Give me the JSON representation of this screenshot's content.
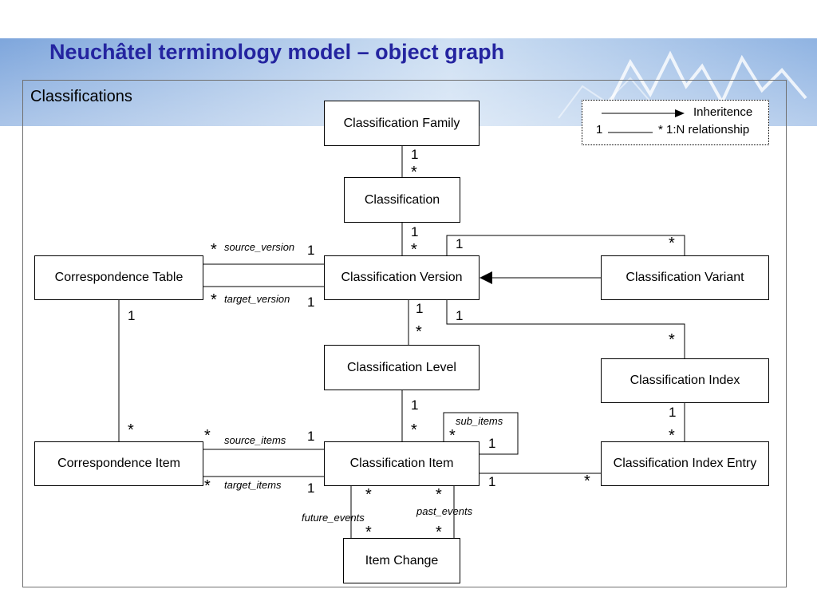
{
  "title": "Neuchâtel terminology model – object graph",
  "section_label": "Classifications",
  "boxes": {
    "classification_family": "Classification Family",
    "classification": "Classification",
    "classification_version": "Classification Version",
    "classification_variant": "Classification Variant",
    "correspondence_table": "Correspondence Table",
    "classification_level": "Classification Level",
    "classification_index": "Classification Index",
    "correspondence_item": "Correspondence Item",
    "classification_item": "Classification Item",
    "classification_index_entry": "Classification Index Entry",
    "item_change": "Item Change"
  },
  "legend": {
    "inheritance_label": "Inheritence",
    "relationship_one": "1",
    "relationship_label": "* 1:N relationship"
  },
  "roles": {
    "source_version": "source_version",
    "target_version": "target_version",
    "source_items": "source_items",
    "target_items": "target_items",
    "sub_items": "sub_items",
    "future_events": "future_events",
    "past_events": "past_events"
  },
  "multiplicities": {
    "one": "1",
    "many": "*"
  },
  "colors": {
    "title": "#2424a0",
    "banner": "#7ea6dc"
  }
}
